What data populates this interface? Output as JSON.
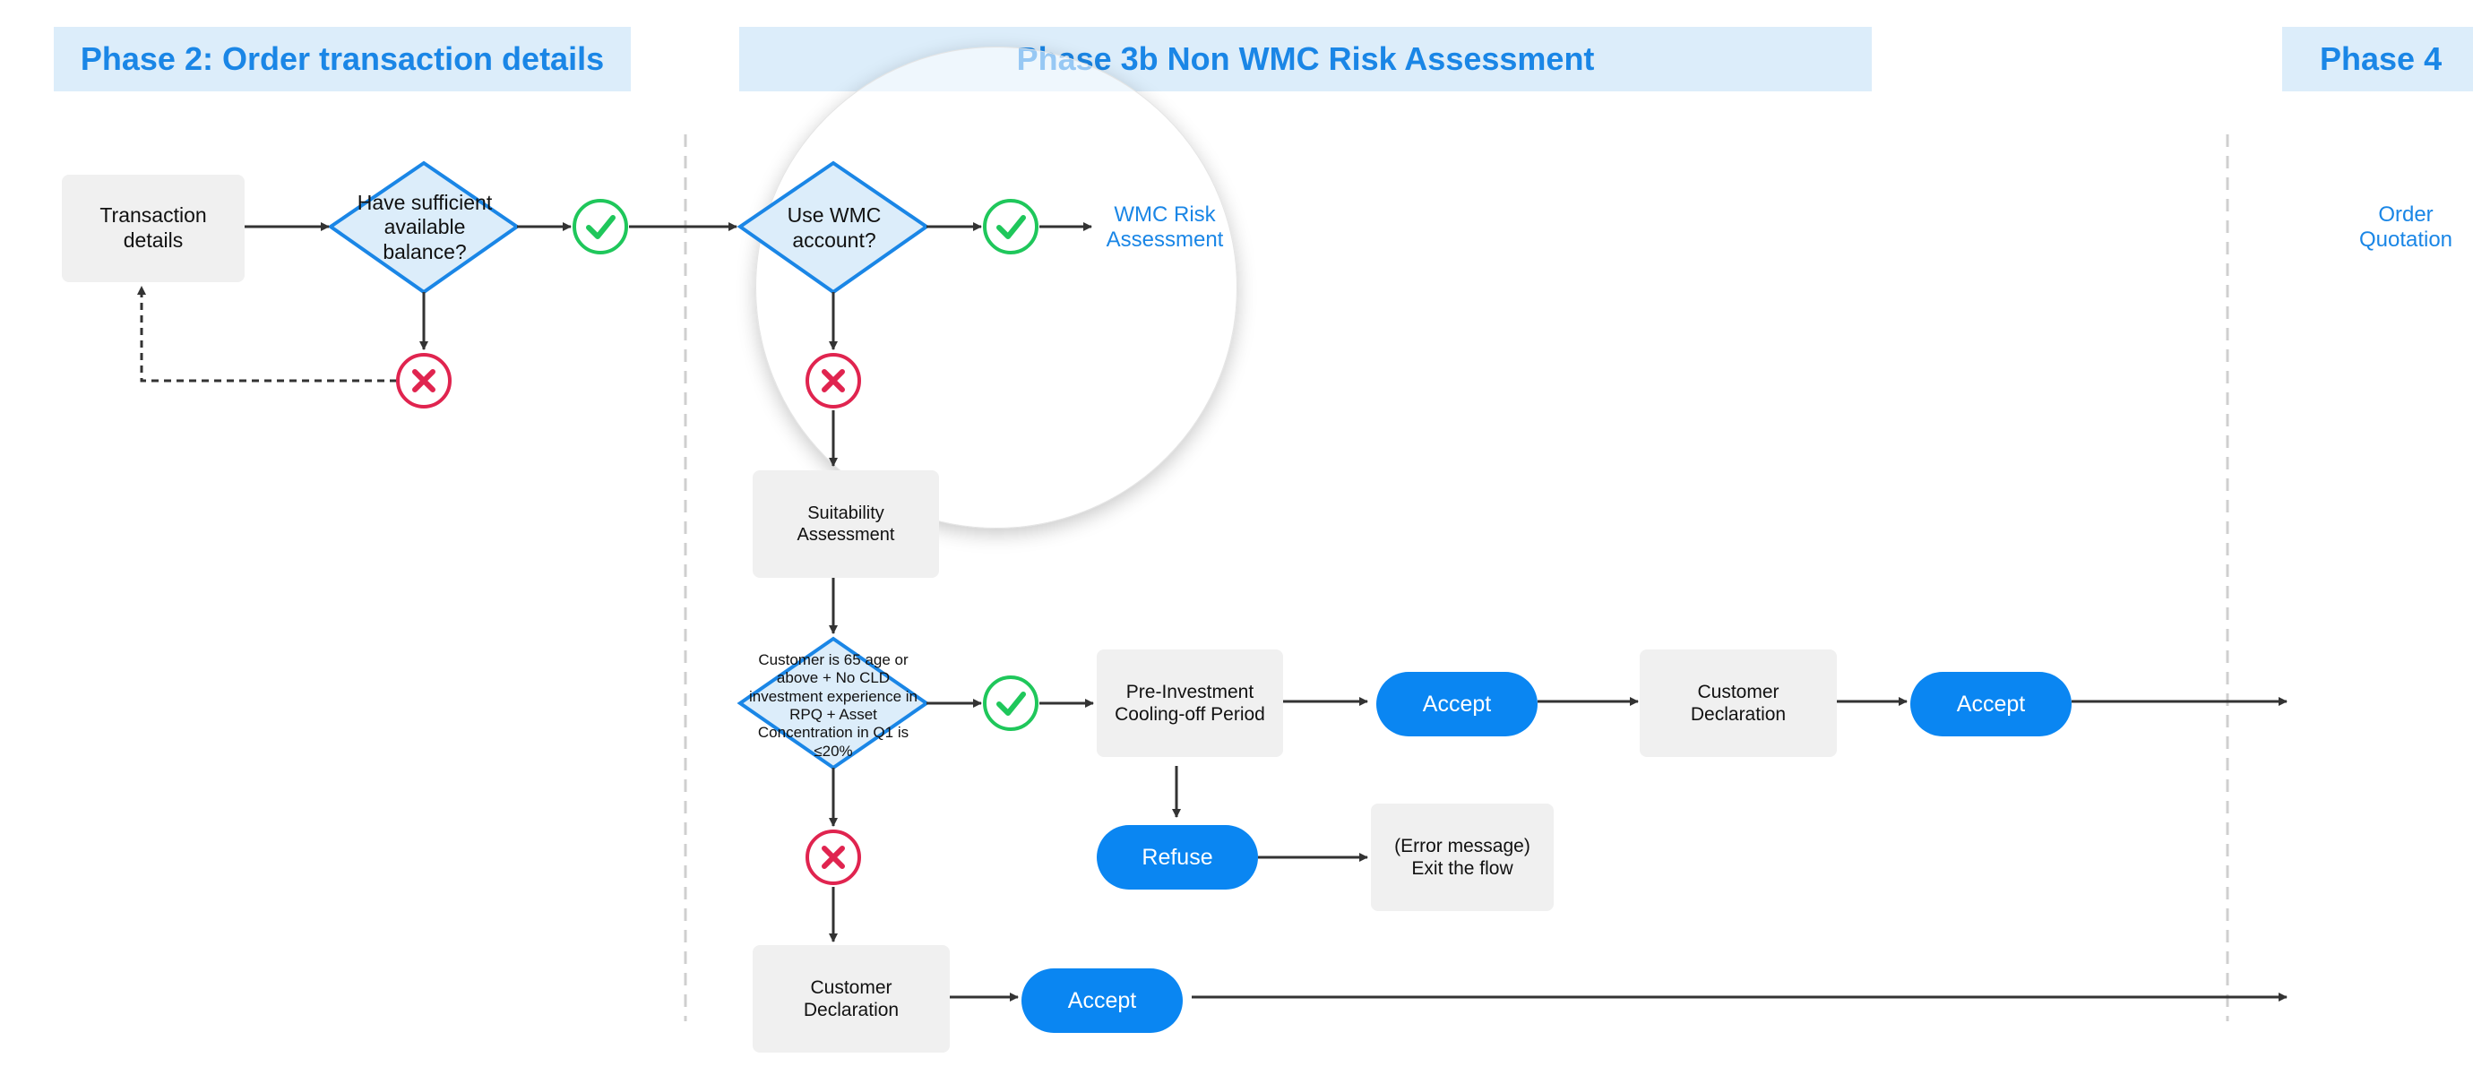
{
  "phases": {
    "phase2": "Phase 2: Order transaction details",
    "phase3b": "Phase 3b Non WMC Risk Assessment",
    "phase4": "Phase 4"
  },
  "nodes": {
    "transaction_details": "Transaction details",
    "sufficient_balance": "Have sufficient available balance?",
    "use_wmc": "Use WMC account?",
    "wmc_risk": "WMC Risk Assessment",
    "order_quotation": "Order Quotation",
    "suitability": "Suitability Assessment",
    "customer_65": "Customer is 65 age or above + No CLD investment experience in RPQ + Asset Concentration in Q1 is ≤20%",
    "pre_investment": "Pre-Investment Cooling-off Period",
    "accept_1": "Accept",
    "customer_declaration_1": "Customer Declaration",
    "accept_2": "Accept",
    "refuse": "Refuse",
    "error_exit": "(Error message) Exit the flow",
    "customer_declaration_2": "Customer Declaration",
    "accept_3": "Accept"
  },
  "colors": {
    "accent_blue": "#1a86e6",
    "pill_blue": "#0a86f2",
    "header_bg": "#dcedfa",
    "diamond_fill": "#dcedfa",
    "check_green": "#1fc75b",
    "cross_red": "#e0244f",
    "box_grey": "#f0f0f0",
    "line": "#333333"
  },
  "icons": {
    "check": "check-circle-icon",
    "cross": "cross-circle-icon"
  }
}
